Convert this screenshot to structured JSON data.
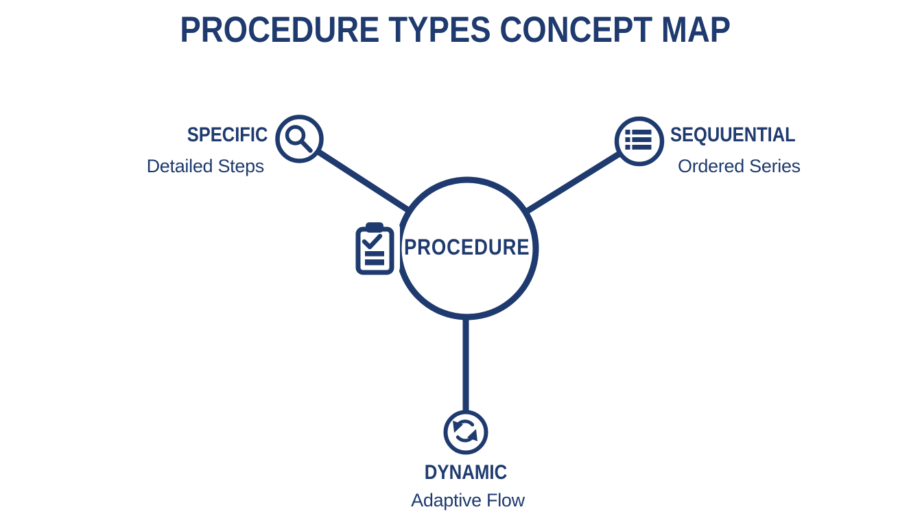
{
  "title": "PROCEDURE TYPES CONCEPT MAP",
  "center": {
    "label": "PROCEDURE",
    "icon": "clipboard-check-icon"
  },
  "nodes": [
    {
      "id": "specific",
      "label": "SPECIFIC",
      "sublabel": "Detailed Steps",
      "icon": "magnifier-icon",
      "position": "upper-left"
    },
    {
      "id": "sequential",
      "label": "SEQUUENTIAL",
      "sublabel": "Ordered Series",
      "icon": "list-icon",
      "position": "upper-right"
    },
    {
      "id": "dynamic",
      "label": "DYNAMIC",
      "sublabel": "Adaptive Flow",
      "icon": "sync-icon",
      "position": "bottom"
    }
  ],
  "colors": {
    "accent": "#1e3a6e",
    "background": "#ffffff"
  }
}
